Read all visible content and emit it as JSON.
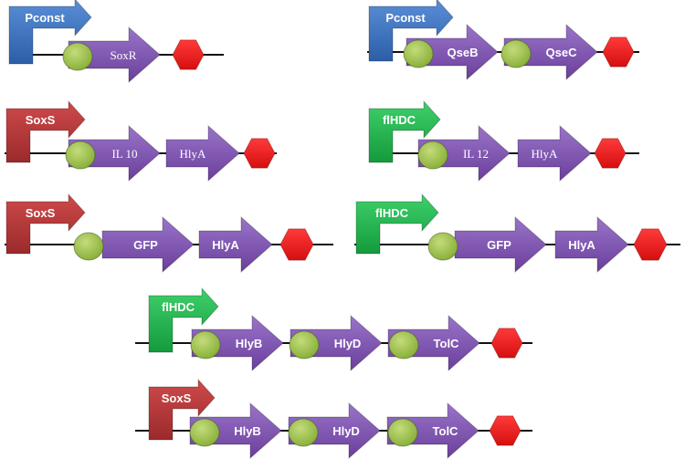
{
  "colors": {
    "promoter_blue": "#3d74c4",
    "promoter_red": "#b9393a",
    "promoter_green": "#1fb24d",
    "gene_purple": "#7c4fae",
    "rbs_green": "#9cc24a",
    "terminator_red": "#ee1c1c",
    "backbone": "#111111"
  },
  "constructs": [
    {
      "promoter": {
        "label": "Pconst",
        "color": "promoter_blue"
      },
      "genes": [
        {
          "label": "SoxR",
          "rbs": true
        }
      ]
    },
    {
      "promoter": {
        "label": "Pconst",
        "color": "promoter_blue"
      },
      "genes": [
        {
          "label": "QseB",
          "rbs": true
        },
        {
          "label": "QseC",
          "rbs": true
        }
      ]
    },
    {
      "promoter": {
        "label": "SoxS",
        "color": "promoter_red"
      },
      "genes": [
        {
          "label": "IL 10",
          "rbs": true
        },
        {
          "label": "HlyA",
          "rbs": false
        }
      ]
    },
    {
      "promoter": {
        "label": "flHDC",
        "color": "promoter_green"
      },
      "genes": [
        {
          "label": "IL 12",
          "rbs": true
        },
        {
          "label": "HlyA",
          "rbs": false
        }
      ]
    },
    {
      "promoter": {
        "label": "SoxS",
        "color": "promoter_red"
      },
      "genes": [
        {
          "label": "GFP",
          "rbs": true
        },
        {
          "label": "HlyA",
          "rbs": false
        }
      ]
    },
    {
      "promoter": {
        "label": "flHDC",
        "color": "promoter_green"
      },
      "genes": [
        {
          "label": "GFP",
          "rbs": true
        },
        {
          "label": "HlyA",
          "rbs": false
        }
      ]
    },
    {
      "promoter": {
        "label": "flHDC",
        "color": "promoter_green"
      },
      "genes": [
        {
          "label": "HlyB",
          "rbs": true
        },
        {
          "label": "HlyD",
          "rbs": true
        },
        {
          "label": "TolC",
          "rbs": true
        }
      ]
    },
    {
      "promoter": {
        "label": "SoxS",
        "color": "promoter_red"
      },
      "genes": [
        {
          "label": "HlyB",
          "rbs": true
        },
        {
          "label": "HlyD",
          "rbs": true
        },
        {
          "label": "TolC",
          "rbs": true
        }
      ]
    }
  ]
}
